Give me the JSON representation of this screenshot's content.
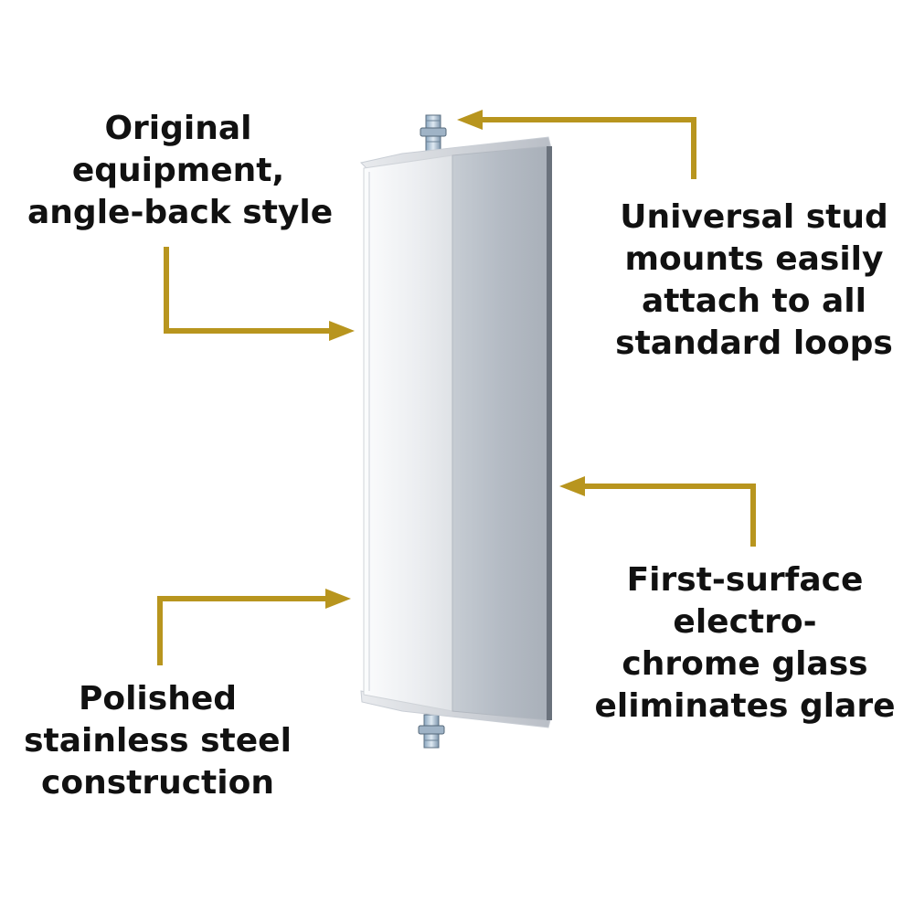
{
  "callouts": {
    "original": {
      "lines": [
        "Original",
        "equipment,",
        "angle-back style"
      ]
    },
    "stud": {
      "lines": [
        "Universal stud",
        "mounts easily",
        "attach to all",
        "standard loops"
      ]
    },
    "glass": {
      "lines": [
        "First-surface",
        "electro-",
        "chrome glass",
        "eliminates glare"
      ]
    },
    "steel": {
      "lines": [
        "Polished",
        "stainless steel",
        "construction"
      ]
    }
  },
  "colors": {
    "arrow": "#B8951E",
    "text": "#111111",
    "background": "#FFFFFF"
  },
  "icons": {
    "mirror": "west-coast-mirror-illustration",
    "arrows": "elbow-arrow-icon"
  }
}
